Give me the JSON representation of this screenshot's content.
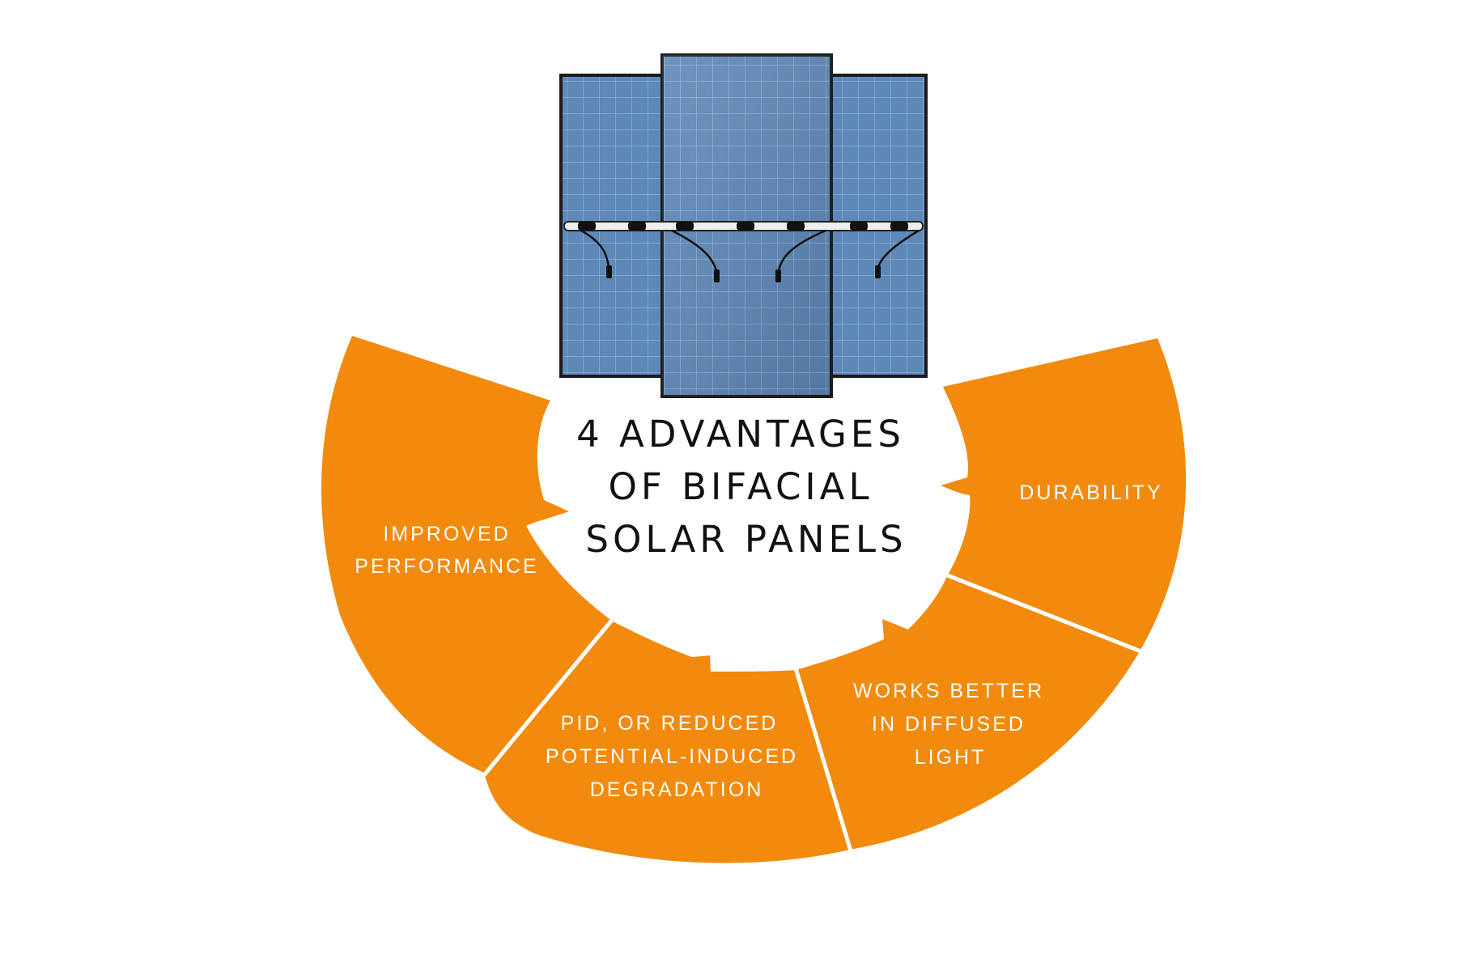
{
  "title": {
    "lines": [
      "4 ADVANTAGES",
      "OF BIFACIAL",
      "SOLAR PANELS"
    ]
  },
  "segments": [
    {
      "lines": [
        "IMPROVED",
        "PERFORMANCE"
      ]
    },
    {
      "lines": [
        "PID, OR REDUCED",
        "POTENTIAL-INDUCED",
        "DEGRADATION"
      ]
    },
    {
      "lines": [
        "WORKS BETTER",
        "IN DIFFUSED",
        "LIGHT"
      ]
    },
    {
      "lines": [
        "DURABILITY"
      ]
    }
  ],
  "colors": {
    "segment": "#f28a0d",
    "panel_cell": "#5d88b8",
    "panel_frame": "#1c1c1c",
    "title": "#111111",
    "label": "#ffffff"
  },
  "icons": [
    "solar-panel-icon"
  ]
}
